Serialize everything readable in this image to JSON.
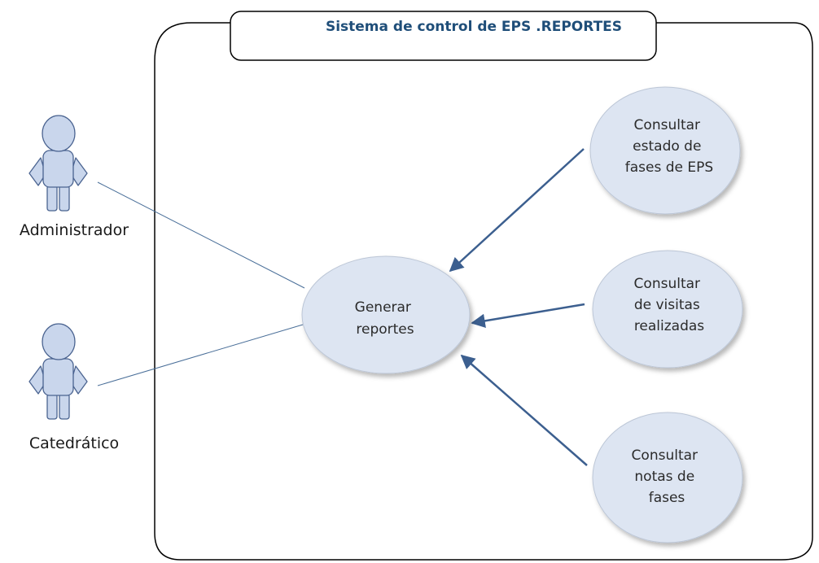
{
  "diagram": {
    "system_title": "Sistema de control de EPS .REPORTES",
    "actors": [
      {
        "id": "admin",
        "label": "Administrador"
      },
      {
        "id": "catedratico",
        "label": "Catedrático"
      }
    ],
    "use_cases": [
      {
        "id": "generar",
        "lines": [
          "Generar",
          "reportes"
        ]
      },
      {
        "id": "estado",
        "lines": [
          "Consultar",
          "estado de",
          "fases de EPS"
        ]
      },
      {
        "id": "visitas",
        "lines": [
          "Consultar",
          "de visitas",
          "realizadas"
        ]
      },
      {
        "id": "notas",
        "lines": [
          "Consultar",
          "notas de",
          "fases"
        ]
      }
    ],
    "associations": [
      {
        "from": "admin",
        "to": "generar"
      },
      {
        "from": "catedratico",
        "to": "generar"
      }
    ],
    "dependencies": [
      {
        "from": "estado",
        "to": "generar"
      },
      {
        "from": "visitas",
        "to": "generar"
      },
      {
        "from": "notas",
        "to": "generar"
      }
    ],
    "colors": {
      "title": "#1f4e79",
      "boundary": "#000000",
      "actor_fill": "#c9d6ec",
      "actor_stroke": "#4a6390",
      "ellipse_fill": "#dde5f2",
      "ellipse_stroke": "#bcc6d6",
      "association_line": "#4a6f99",
      "arrow": "#3c5f8f"
    }
  }
}
